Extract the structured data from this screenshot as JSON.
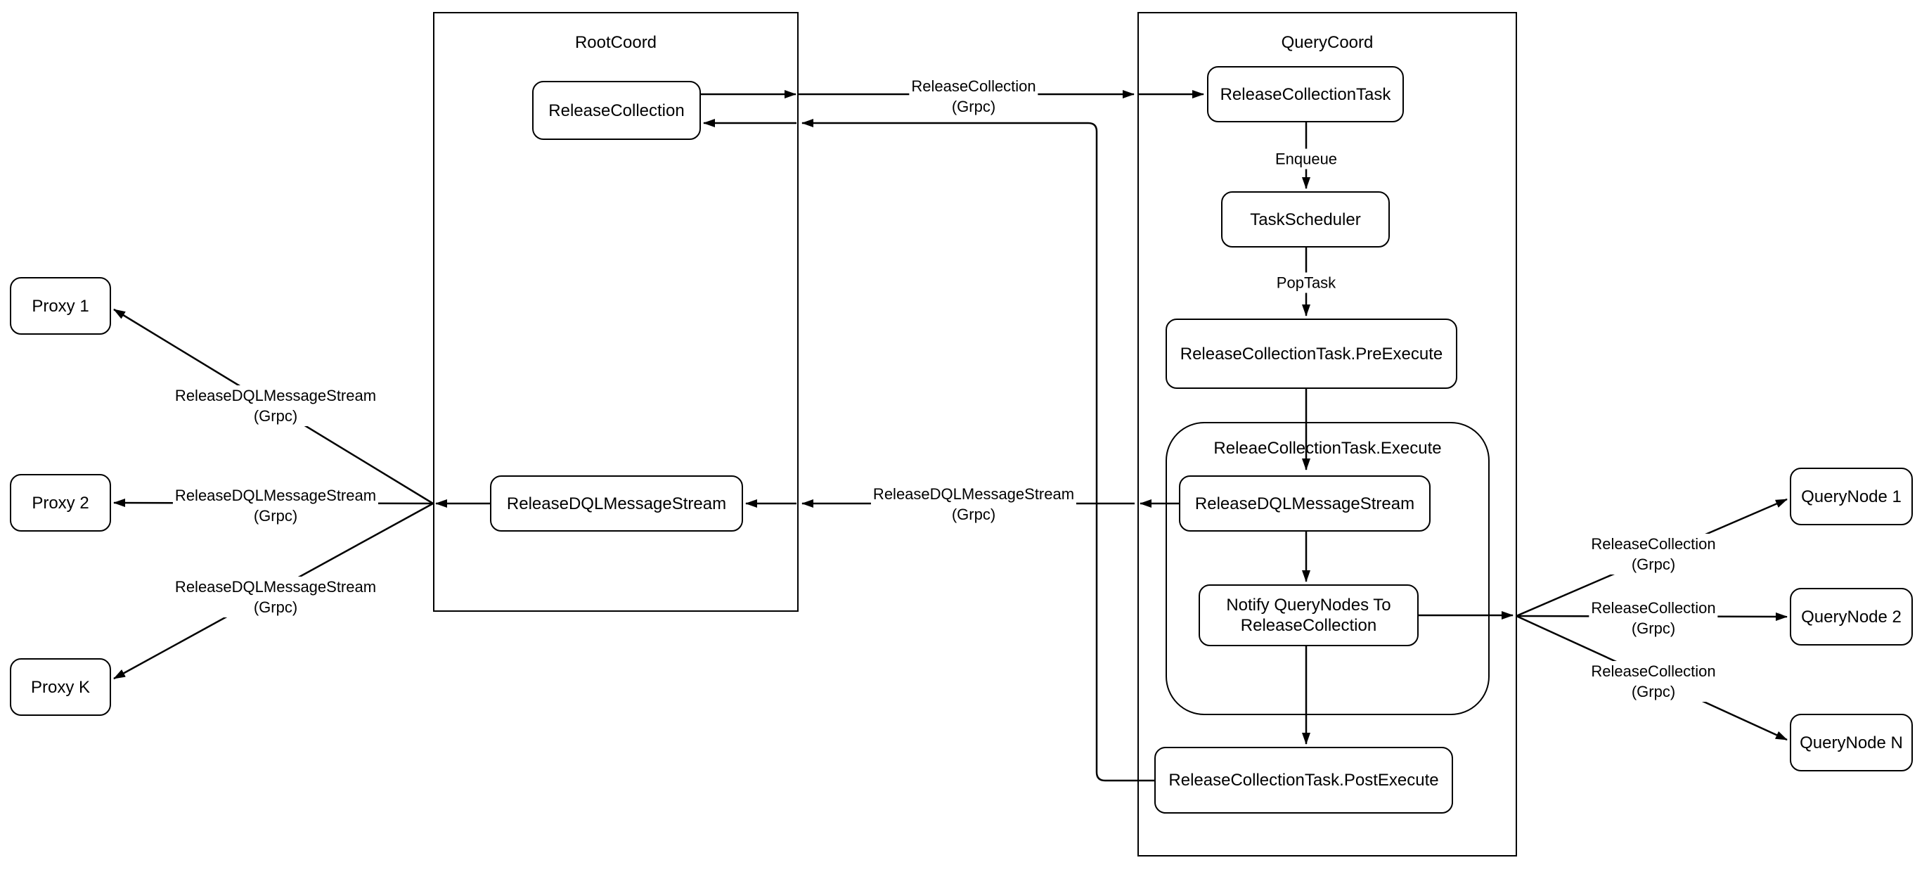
{
  "colors": {
    "stroke": "#000000",
    "node_fill": "#ffffff",
    "background": "#ffffff",
    "text": "#000000"
  },
  "containers": {
    "root_coord": {
      "title": "RootCoord"
    },
    "query_coord": {
      "title": "QueryCoord"
    },
    "execute_group": {
      "title": "ReleaeCollectionTask.Execute"
    }
  },
  "nodes": {
    "proxy_1": {
      "label": "Proxy 1"
    },
    "proxy_2": {
      "label": "Proxy 2"
    },
    "proxy_k": {
      "label": "Proxy K"
    },
    "release_collection": {
      "label": "ReleaseCollection"
    },
    "dql_stream_root": {
      "label": "ReleaseDQLMessageStream"
    },
    "release_collection_task": {
      "label": "ReleaseCollectionTask"
    },
    "task_scheduler": {
      "label": "TaskScheduler"
    },
    "pre_execute": {
      "label": "ReleaseCollectionTask.PreExecute"
    },
    "dql_stream_query": {
      "label": "ReleaseDQLMessageStream"
    },
    "notify_querynodes": {
      "line1": "Notify QueryNodes To",
      "line2": "ReleaseCollection"
    },
    "post_execute": {
      "label": "ReleaseCollectionTask.PostExecute"
    },
    "query_node_1": {
      "label": "QueryNode 1"
    },
    "query_node_2": {
      "label": "QueryNode 2"
    },
    "query_node_n": {
      "label": "QueryNode N"
    }
  },
  "edge_labels": {
    "root_to_query": {
      "line1": "ReleaseCollection",
      "line2": "(Grpc)"
    },
    "query_to_root": {
      "line1": "ReleaseDQLMessageStream",
      "line2": "(Grpc)"
    },
    "enqueue": {
      "text": "Enqueue"
    },
    "pop_task": {
      "text": "PopTask"
    },
    "to_proxy_1": {
      "line1": "ReleaseDQLMessageStream",
      "line2": "(Grpc)"
    },
    "to_proxy_2": {
      "line1": "ReleaseDQLMessageStream",
      "line2": "(Grpc)"
    },
    "to_proxy_k": {
      "line1": "ReleaseDQLMessageStream",
      "line2": "(Grpc)"
    },
    "to_query_node_1": {
      "line1": "ReleaseCollection",
      "line2": "(Grpc)"
    },
    "to_query_node_2": {
      "line1": "ReleaseCollection",
      "line2": "(Grpc)"
    },
    "to_query_node_n": {
      "line1": "ReleaseCollection",
      "line2": "(Grpc)"
    }
  },
  "edges": [
    {
      "from": "release_collection",
      "to": "release_collection_task",
      "label": "ReleaseCollection (Grpc)"
    },
    {
      "from": "release_collection_task",
      "to": "task_scheduler",
      "label": "Enqueue"
    },
    {
      "from": "task_scheduler",
      "to": "pre_execute",
      "label": "PopTask"
    },
    {
      "from": "pre_execute",
      "to": "dql_stream_query",
      "label": ""
    },
    {
      "from": "dql_stream_query",
      "to": "notify_querynodes",
      "label": ""
    },
    {
      "from": "notify_querynodes",
      "to": "post_execute",
      "label": ""
    },
    {
      "from": "post_execute",
      "to": "release_collection",
      "label": ""
    },
    {
      "from": "dql_stream_query",
      "to": "dql_stream_root",
      "label": "ReleaseDQLMessageStream (Grpc)"
    },
    {
      "from": "dql_stream_root",
      "to": "proxy_1",
      "label": "ReleaseDQLMessageStream (Grpc)"
    },
    {
      "from": "dql_stream_root",
      "to": "proxy_2",
      "label": "ReleaseDQLMessageStream (Grpc)"
    },
    {
      "from": "dql_stream_root",
      "to": "proxy_k",
      "label": "ReleaseDQLMessageStream (Grpc)"
    },
    {
      "from": "notify_querynodes",
      "to": "query_node_1",
      "label": "ReleaseCollection (Grpc)"
    },
    {
      "from": "notify_querynodes",
      "to": "query_node_2",
      "label": "ReleaseCollection (Grpc)"
    },
    {
      "from": "notify_querynodes",
      "to": "query_node_n",
      "label": "ReleaseCollection (Grpc)"
    }
  ]
}
